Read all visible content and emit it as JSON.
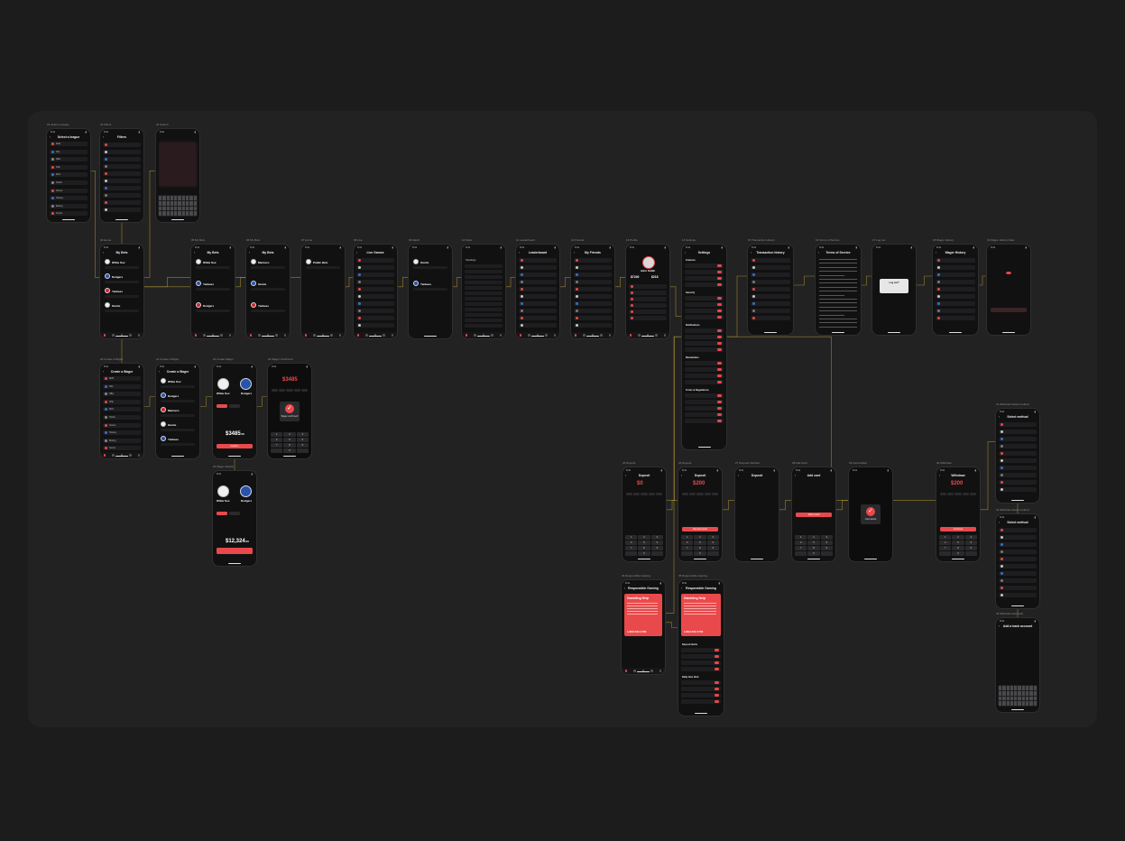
{
  "canvas": {
    "background": "#1c1c1c",
    "board": "#222222",
    "accent": "#e9494b",
    "wire": "#b99a2e"
  },
  "screens": [
    {
      "id": "s01",
      "caption": "01 Select a league",
      "title": "Select a league",
      "status_time": "9:41",
      "items": [
        "MLB",
        "NFL",
        "NBA",
        "NHL",
        "MLS",
        "NCAA",
        "Soccer",
        "Hockey",
        "Boxing",
        "Tennis"
      ]
    },
    {
      "id": "s02",
      "caption": "02 Filters",
      "title": "Filters",
      "status_time": "9:41"
    },
    {
      "id": "s03",
      "caption": "03 Search",
      "status_time": "9:41"
    },
    {
      "id": "s04",
      "caption": "04 Home",
      "title": "My Bets",
      "status_time": "9:41",
      "teams": [
        "White Sox",
        "Dodgers",
        "Yankees",
        "Giants"
      ]
    },
    {
      "id": "s05",
      "caption": "05 My Bets",
      "title": "My Bets",
      "status_time": "9:41",
      "teams": [
        "White Sox",
        "Yankees",
        "Dodgers"
      ]
    },
    {
      "id": "s06",
      "caption": "06 My Bets",
      "title": "My Bets",
      "status_time": "9:41",
      "teams": [
        "Mariners",
        "Giants",
        "Yankees"
      ]
    },
    {
      "id": "s07",
      "caption": "07 Home",
      "status_time": "9:41",
      "teams": [
        "Public Bets"
      ]
    },
    {
      "id": "s08",
      "caption": "08 Live",
      "title": "Live Games",
      "status_time": "9:41"
    },
    {
      "id": "s09",
      "caption": "09 Match",
      "status_time": "9:41",
      "teams": [
        "Giants",
        "Yankees"
      ]
    },
    {
      "id": "s10",
      "caption": "10 Stats",
      "status_time": "9:41",
      "label": "Standings"
    },
    {
      "id": "s11",
      "caption": "11 Leaderboard",
      "title": "Leaderboard",
      "status_time": "9:41"
    },
    {
      "id": "s12",
      "caption": "12 Friends",
      "title": "My Friends",
      "status_time": "9:41"
    },
    {
      "id": "s13",
      "caption": "13 Profile",
      "status_time": "9:41",
      "name": "John Smith",
      "balance": "$7240",
      "winnings": "$218"
    },
    {
      "id": "s14",
      "caption": "14 Settings",
      "title": "Settings",
      "status_time": "9:41",
      "sections": [
        "Features",
        "Security",
        "Notifications",
        "Remainders",
        "Terms & Regulations"
      ]
    },
    {
      "id": "s15",
      "caption": "15 Transaction History",
      "title": "Transaction history",
      "status_time": "9:41"
    },
    {
      "id": "s16",
      "caption": "16 Terms of Service",
      "title": "Terms of Service",
      "status_time": "9:41"
    },
    {
      "id": "s17",
      "caption": "17 Log out",
      "status_time": "9:41",
      "modal": "Log out?"
    },
    {
      "id": "s18",
      "caption": "18 Wager History",
      "title": "Wager History",
      "status_time": "9:41"
    },
    {
      "id": "s19",
      "caption": "19 Wager History Date",
      "status_time": "9:41"
    },
    {
      "id": "s20",
      "caption": "20 Create a Wager",
      "title": "Create a Wager",
      "status_time": "9:41",
      "items": [
        "MLB",
        "NFL",
        "NBA",
        "NHL",
        "MLS",
        "NCAA",
        "Soccer",
        "Hockey",
        "Boxing",
        "Tennis"
      ]
    },
    {
      "id": "s21",
      "caption": "21 Create a Wager",
      "title": "Create a Wager",
      "status_time": "9:41",
      "teams": [
        "White Sox",
        "Dodgers",
        "Mariners",
        "Giants",
        "Yankees"
      ]
    },
    {
      "id": "s22",
      "caption": "22 Create Wager",
      "status_time": "9:41",
      "teams": [
        "White Sox",
        "Dodgers"
      ],
      "amount": "$3485",
      "cents": ".00",
      "cta": "Confirm"
    },
    {
      "id": "s23",
      "caption": "23 Wager Confirmed",
      "status_time": "9:41",
      "message": "Wager confirmed!",
      "amount": "$3485",
      "cents": ".00"
    },
    {
      "id": "s24",
      "caption": "24 Wager Details",
      "status_time": "9:41",
      "teams": [
        "White Sox",
        "Dodgers"
      ],
      "amount": "$12,324",
      "cents": ".00"
    },
    {
      "id": "s25",
      "caption": "25 Deposit",
      "title": "Deposit",
      "status_time": "9:41",
      "amount": "$0",
      "cents": ".00"
    },
    {
      "id": "s26",
      "caption": "26 Deposit",
      "title": "Deposit",
      "status_time": "9:41",
      "amount": "$200",
      "cents": ".00",
      "cta": "Deposit funds"
    },
    {
      "id": "s27",
      "caption": "27 Payment Method",
      "title": "Deposit",
      "status_time": "9:41"
    },
    {
      "id": "s28",
      "caption": "28 Add Card",
      "title": "Add card",
      "status_time": "9:41",
      "cta": "Add a card"
    },
    {
      "id": "s29",
      "caption": "29 Card Added",
      "status_time": "9:41",
      "message": "Card added"
    },
    {
      "id": "s30",
      "caption": "30 Withdraw",
      "title": "Withdraw",
      "status_time": "9:41",
      "amount": "$200",
      "cents": ".00",
      "cta": "Continue"
    },
    {
      "id": "s31",
      "caption": "31 Withdraw Select method",
      "title": "Select method",
      "status_time": "9:41"
    },
    {
      "id": "s32",
      "caption": "32 Withdraw Select method",
      "title": "Select method",
      "status_time": "9:41"
    },
    {
      "id": "s33",
      "caption": "33 Withdraw Add bank",
      "title": "Add a bank account",
      "status_time": "9:41"
    },
    {
      "id": "s34",
      "caption": "34 Responsible Gaming",
      "title": "Responsible Gaming",
      "status_time": "9:41",
      "card_title": "Gambling Help",
      "phone": "1-800-522-4700"
    },
    {
      "id": "s35",
      "caption": "35 Responsible Gaming",
      "title": "Responsible Gaming",
      "status_time": "9:41",
      "card_title": "Gambling Help",
      "phone": "1-800-522-4700",
      "sections": [
        "Deposit limits",
        "Daily time limit"
      ]
    }
  ]
}
